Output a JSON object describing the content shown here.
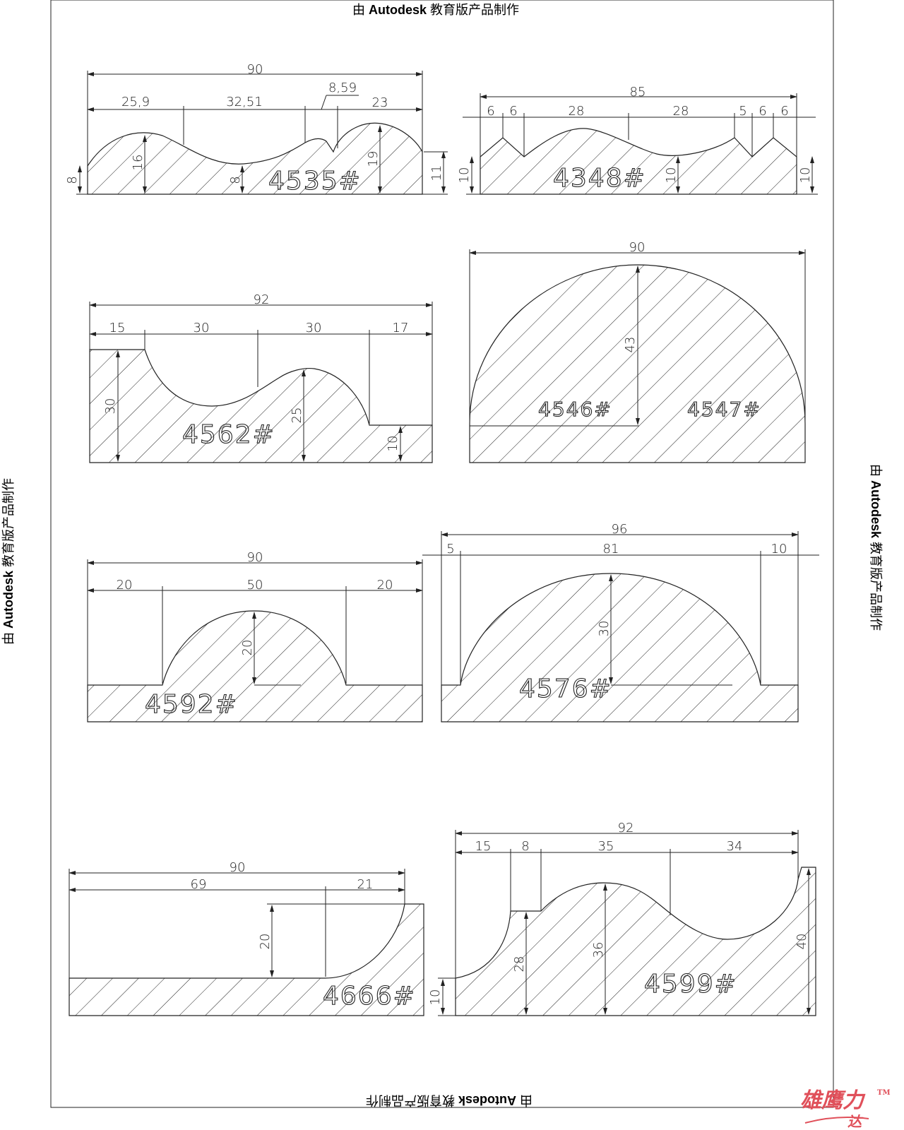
{
  "watermark": {
    "prefix": "由 ",
    "brand": "Autodesk",
    "suffix": " 教育版产品制作"
  },
  "profiles": [
    {
      "label": "4535#",
      "dims": [
        "90",
        "25,9",
        "32,51",
        "8,59",
        "23",
        "8",
        "16",
        "8",
        "19",
        "11"
      ]
    },
    {
      "label": "4348#",
      "dims": [
        "85",
        "6",
        "6",
        "28",
        "28",
        "5",
        "6",
        "6",
        "10",
        "10",
        "10"
      ]
    },
    {
      "label": "4562#",
      "dims": [
        "92",
        "15",
        "30",
        "30",
        "17",
        "30",
        "25",
        "10"
      ]
    },
    {
      "label": "4546#",
      "label2": "4547#",
      "dims": [
        "90",
        "43"
      ]
    },
    {
      "label": "4592#",
      "dims": [
        "90",
        "20",
        "50",
        "20",
        "20"
      ]
    },
    {
      "label": "4576#",
      "dims": [
        "96",
        "5",
        "81",
        "10",
        "30"
      ]
    },
    {
      "label": "4666#",
      "dims": [
        "90",
        "69",
        "21",
        "20"
      ]
    },
    {
      "label": "4599#",
      "dims": [
        "92",
        "15",
        "8",
        "35",
        "34",
        "28",
        "36",
        "40",
        "10"
      ]
    }
  ],
  "logo": {
    "text": "雄鹰力",
    "sub": "达",
    "tm": "TM"
  },
  "colors": {
    "line": "#222222",
    "logo": "#e0505a"
  }
}
